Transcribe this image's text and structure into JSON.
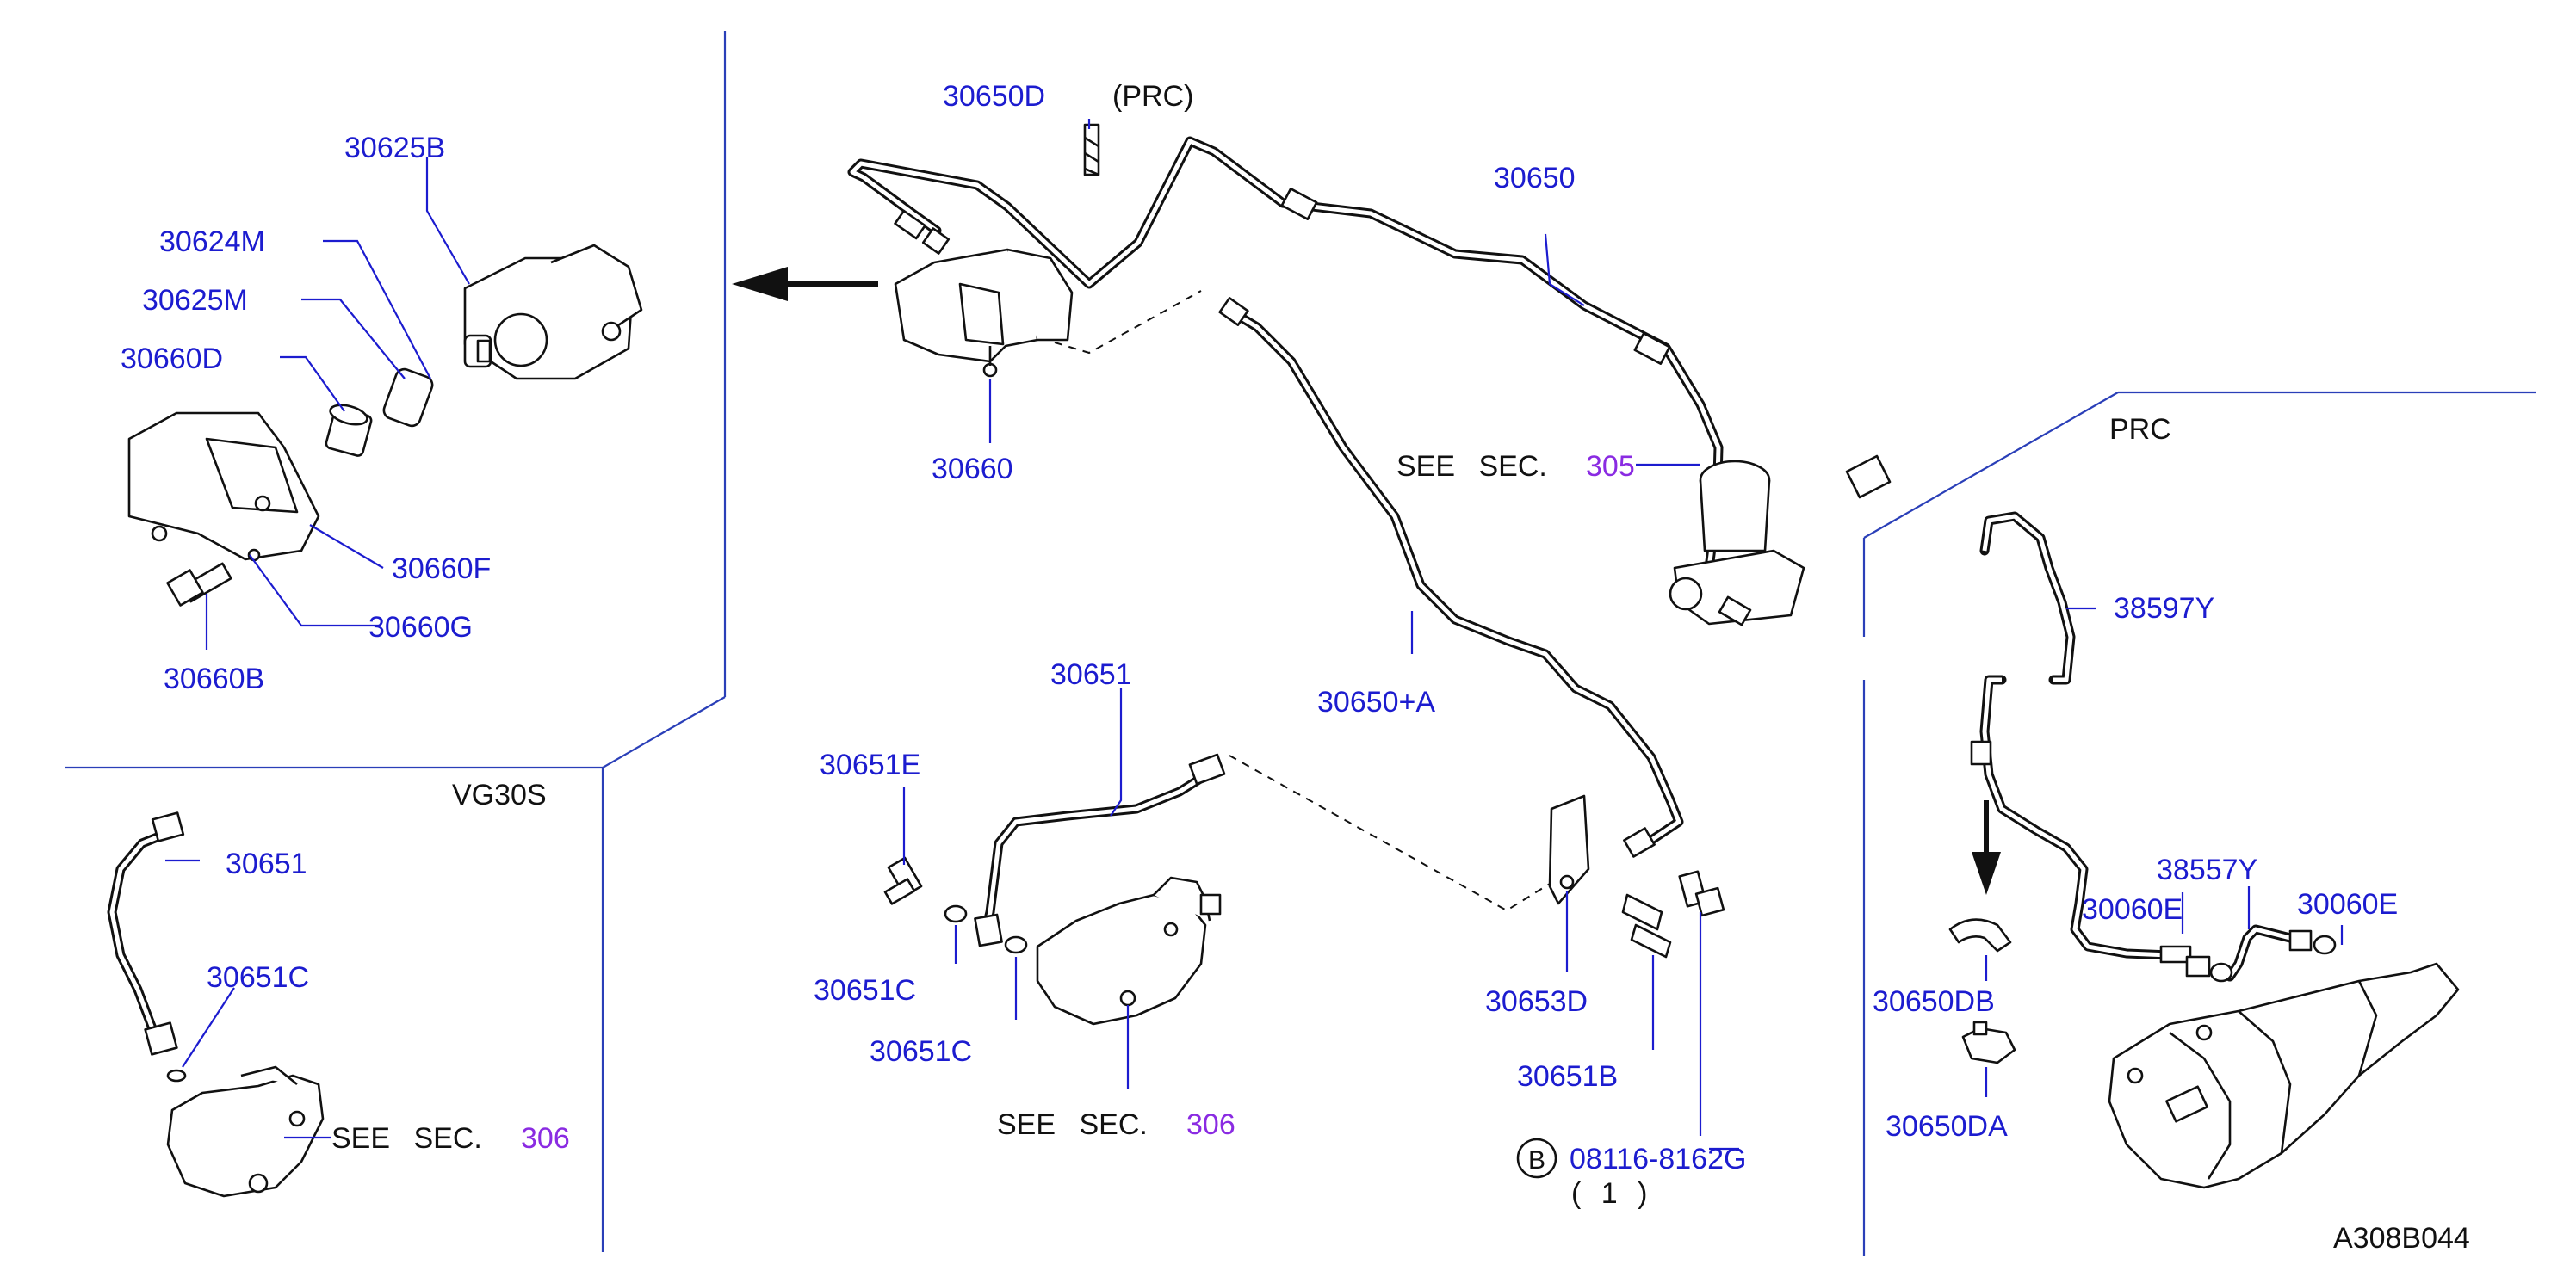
{
  "sections": {
    "vg30s": "VG30S",
    "prc": "PRC"
  },
  "labels": {
    "p30650D": "30650D",
    "prc_paren": "(PRC)",
    "p30650": "30650",
    "p30660": "30660",
    "p30650A": "30650+A",
    "p30625B": "30625B",
    "p30624M": "30624M",
    "p30625M": "30625M",
    "p30660D": "30660D",
    "p30660F": "30660F",
    "p30660G": "30660G",
    "p30660B": "30660B",
    "p30651_top": "30651",
    "p30651E": "30651E",
    "p30651C_a": "30651C",
    "p30651C_b": "30651C",
    "p30653D": "30653D",
    "p30651B": "30651B",
    "bolt_code": "08116-8162G",
    "bolt_symbol": "B",
    "bolt_qty": "( 1 )",
    "p30651_left": "30651",
    "p30651C_left": "30651C",
    "p38597Y": "38597Y",
    "p38557Y": "38557Y",
    "p30060E_a": "30060E",
    "p30060E_b": "30060E",
    "p30650DB": "30650DB",
    "p30650DA": "30650DA",
    "diagram_code": "A308B044"
  },
  "see_sec": [
    {
      "text": "SEE SEC.",
      "ref": "305"
    },
    {
      "text": "SEE SEC.",
      "ref": "306"
    },
    {
      "text": "SEE SEC.",
      "ref": "306"
    }
  ],
  "colors": {
    "label": "#1c1ccf",
    "section_ref": "#8a2be2",
    "frame": "#2a3fb8",
    "line_art": "#111111"
  }
}
